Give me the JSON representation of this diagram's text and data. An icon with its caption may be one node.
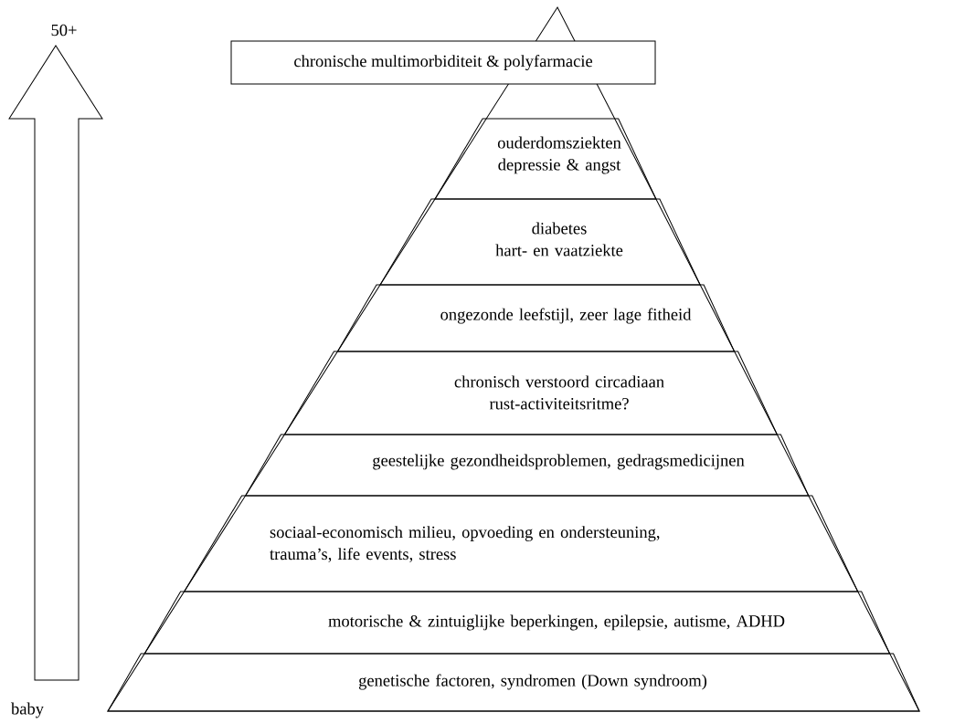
{
  "diagram": {
    "nodes": [
      {
        "text": [
          "chronische multimorbiditeit & polyfarmacie"
        ]
      },
      {
        "text": [
          "ouderdomsziekten",
          "depressie & angst"
        ]
      },
      {
        "text": [
          "diabetes",
          "hart- en vaatziekte"
        ]
      },
      {
        "text": [
          "ongezonde leefstijl, zeer lage fitheid"
        ]
      },
      {
        "text": [
          "chronisch verstoord circadiaan rust-activiteitsritme?"
        ]
      },
      {
        "text": [
          "geestelijke gezondheidsproblemen, gedragsmedicijnen"
        ]
      },
      {
        "text": [
          "sociaal-economisch milieu, opvoeding en ondersteuning, trauma’s, life events, stress"
        ]
      },
      {
        "text": [
          "motorische & zintuiglijke beperkingen, epilepsie, autisme, ADHD"
        ]
      },
      {
        "text": [
          "genetische factoren, syndromen (Down syndroom)"
        ]
      }
    ],
    "labels": [
      "50+",
      "baby"
    ]
  }
}
